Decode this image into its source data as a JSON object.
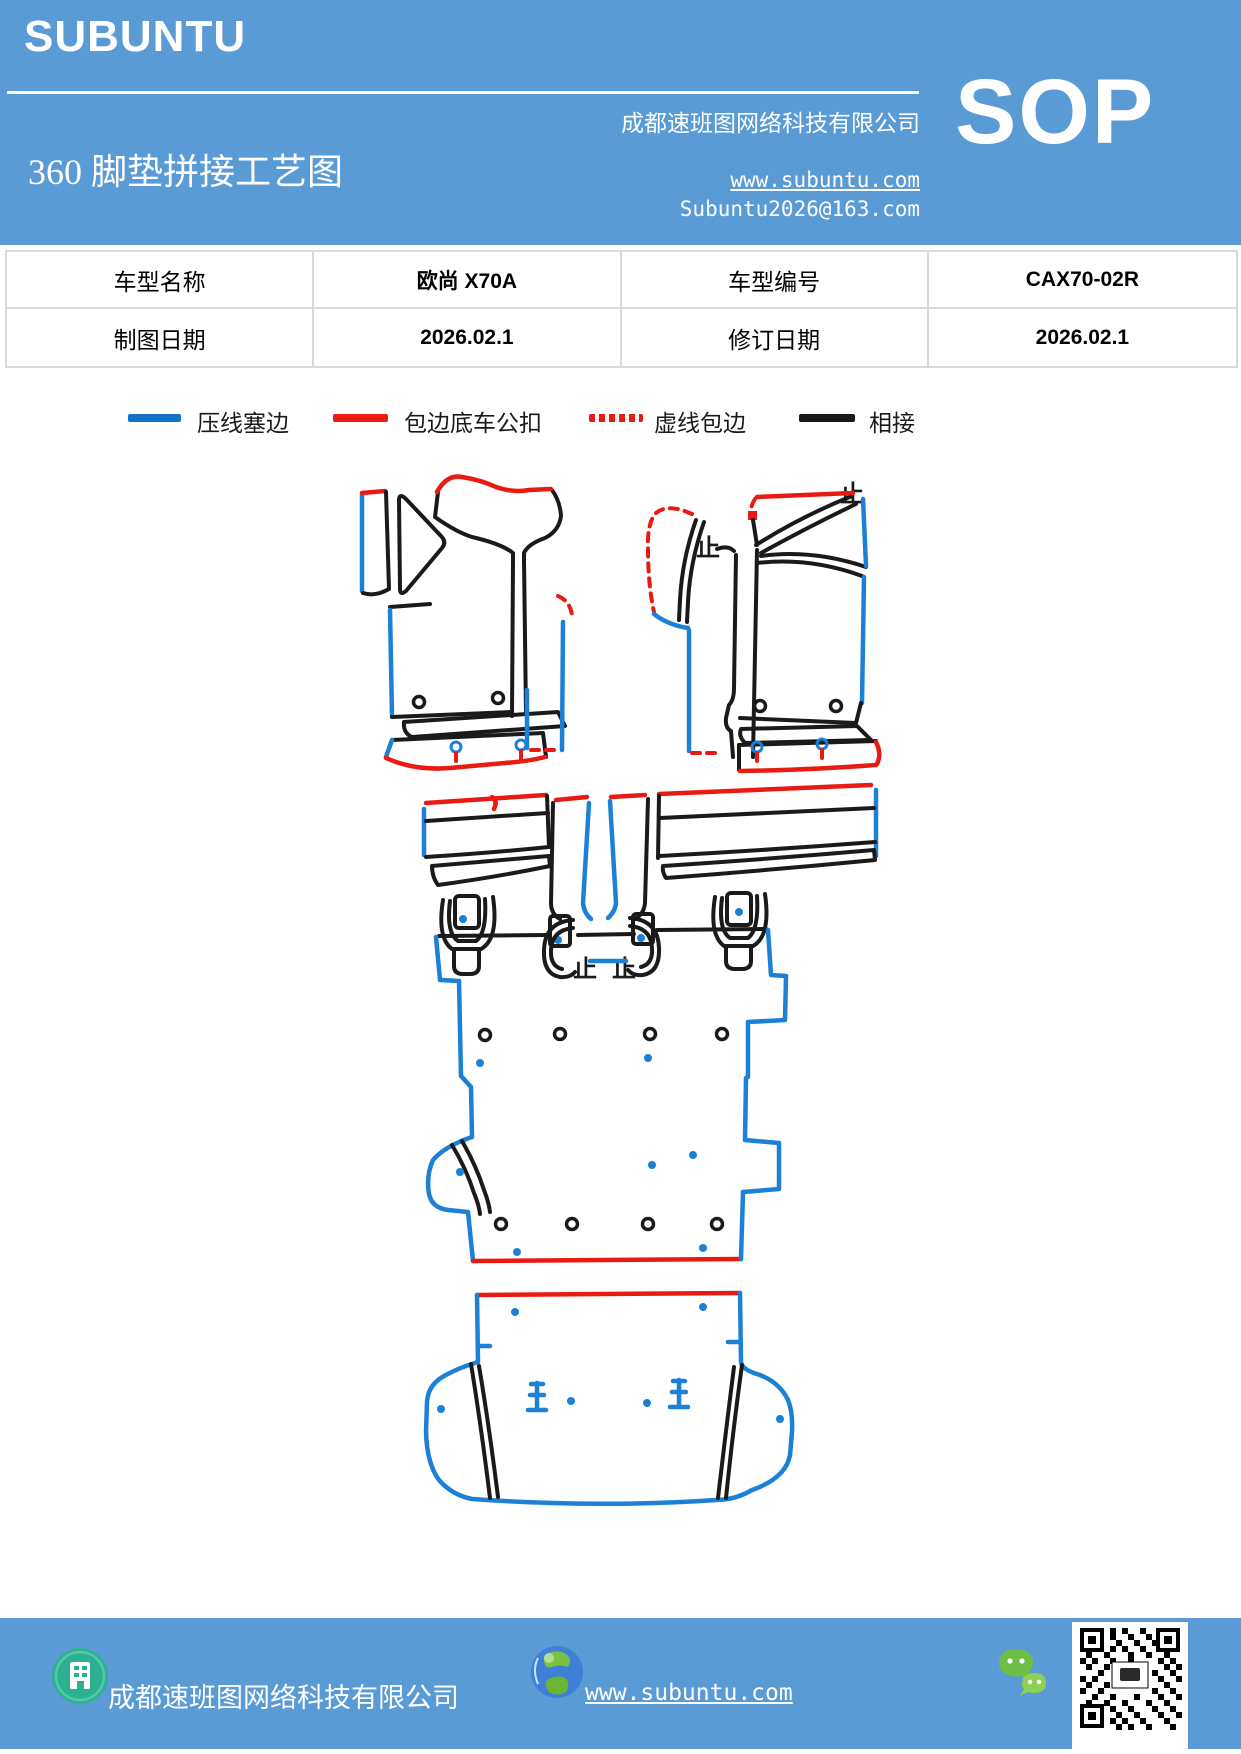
{
  "header": {
    "bg": "#5b9bd5",
    "logo": "SUBUNTU",
    "title": "360 脚垫拼接工艺图",
    "company": "成都速班图网络科技有限公司",
    "website": "www.subuntu.com",
    "email": "Subuntu2026@163.com",
    "badge": "SOP"
  },
  "info_table": {
    "rows": [
      [
        "车型名称",
        "欧尚 X70A",
        "车型编号",
        "CAX70-02R"
      ],
      [
        "制图日期",
        "2026.02.1",
        "修订日期",
        "2026.02.1"
      ]
    ]
  },
  "legend": {
    "items": [
      {
        "label": "压线塞边",
        "color": "#1473c8",
        "style": "solid"
      },
      {
        "label": "包边底车公扣",
        "color": "#ed1c12",
        "style": "solid"
      },
      {
        "label": "虚线包边",
        "color": "#ed1c12",
        "style": "dotted"
      },
      {
        "label": "相接",
        "color": "#1a1a1a",
        "style": "solid"
      }
    ]
  },
  "diagram": {
    "stroke_colors": {
      "blue": "#1b80d6",
      "red": "#e81b12",
      "black": "#1a1a1a"
    },
    "stop_marks": [
      "止",
      "止",
      "止",
      "止"
    ]
  },
  "footer": {
    "bg": "#5b9bd5",
    "company": "成都速班图网络科技有限公司",
    "website": "www.subuntu.com",
    "icons": [
      "building-icon",
      "globe-icon",
      "wechat-icon",
      "qr-code"
    ]
  }
}
